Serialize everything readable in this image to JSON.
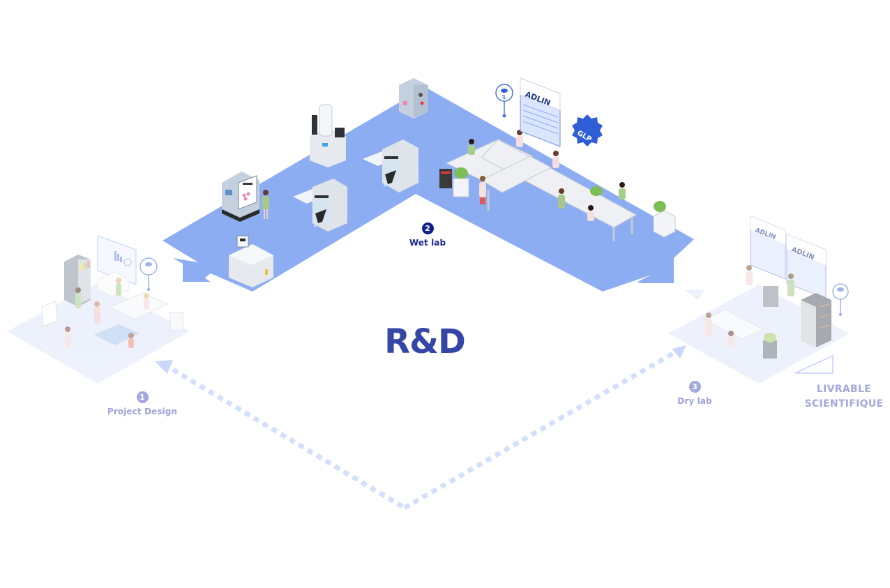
{
  "diagram": {
    "title": "R&D",
    "colors": {
      "title": "#3646a6",
      "active_floor": "#8cadf2",
      "inactive_floor": "#eaeffc",
      "active_label": "#1a2a8c",
      "inactive_label": "#9ea3d9",
      "path_dashes": "#d3e0fb",
      "brand": "#2f4ec9"
    },
    "steps": [
      {
        "number": "1",
        "label": "Project Design",
        "state": "inactive"
      },
      {
        "number": "2",
        "label": "Wet lab",
        "state": "active"
      },
      {
        "number": "3",
        "label": "Dry lab",
        "state": "inactive"
      }
    ],
    "deliverable": {
      "line1": "LIVRABLE",
      "line2": "SCIENTIFIQUE"
    },
    "badges": {
      "brand_logo_text": "ADLIN",
      "certification": "GLP"
    },
    "icons": [
      "cloud-sync-icon",
      "brand-screen-icon",
      "glp-seal-icon",
      "server-rack-icon"
    ]
  }
}
